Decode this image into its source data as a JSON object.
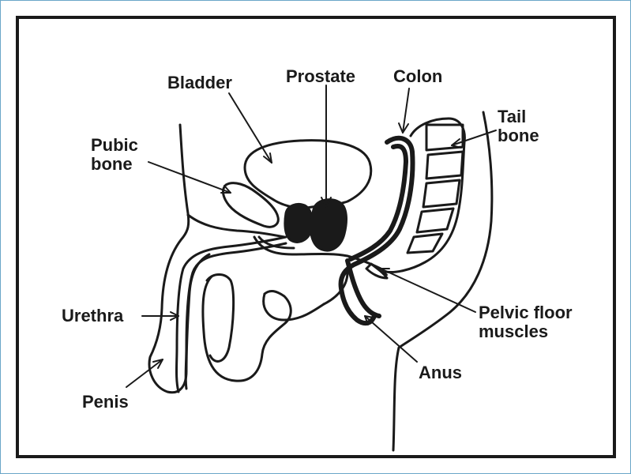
{
  "diagram": {
    "labels": {
      "bladder": "Bladder",
      "prostate": "Prostate",
      "colon": "Colon",
      "tail_bone_line1": "Tail",
      "tail_bone_line2": "bone",
      "pubic_bone_line1": "Pubic",
      "pubic_bone_line2": "bone",
      "urethra": "Urethra",
      "penis": "Penis",
      "pelvic_floor_line1": "Pelvic floor",
      "pelvic_floor_line2": "muscles",
      "anus": "Anus"
    },
    "colors": {
      "outline": "#1a1a1a",
      "organ_fill": "#1a1a1a",
      "frame_border": "#6aa6c8",
      "background": "#ffffff"
    }
  }
}
